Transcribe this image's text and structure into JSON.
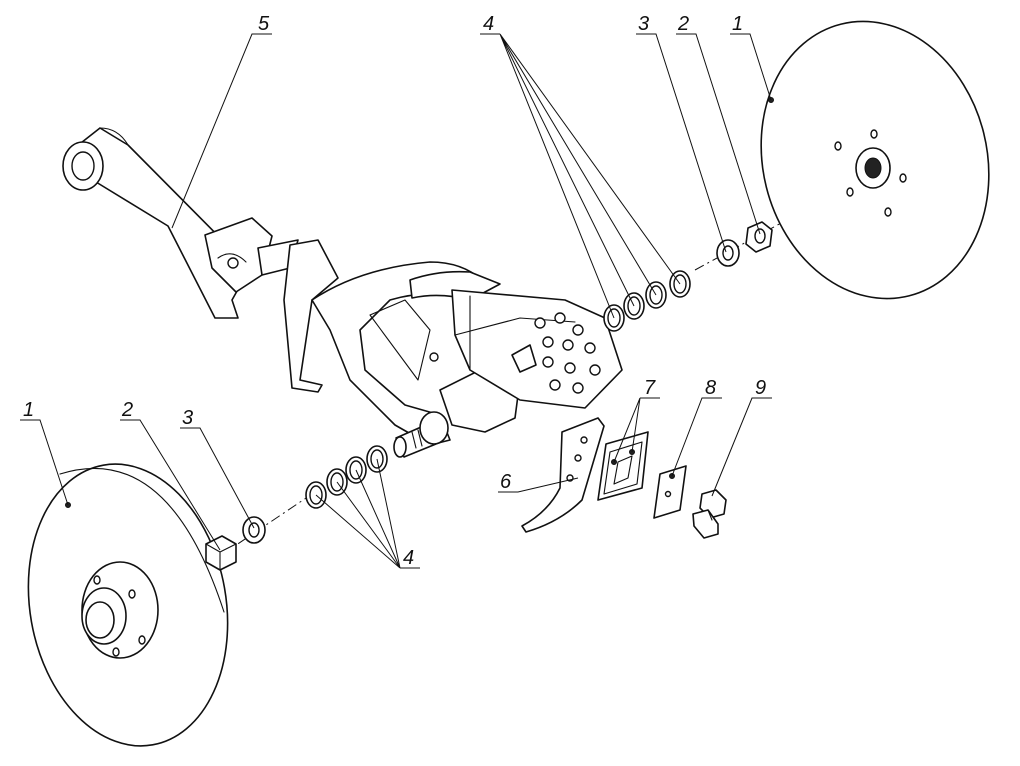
{
  "callouts": {
    "c1_top": "1",
    "c2_top": "2",
    "c3_top": "3",
    "c4_top": "4",
    "c5": "5",
    "c1_bottom": "1",
    "c2_bottom": "2",
    "c3_bottom": "3",
    "c4_bottom": "4",
    "c6": "6",
    "c7": "7",
    "c8": "8",
    "c9": "9"
  },
  "colors": {
    "line": "#111111",
    "background": "#ffffff"
  }
}
